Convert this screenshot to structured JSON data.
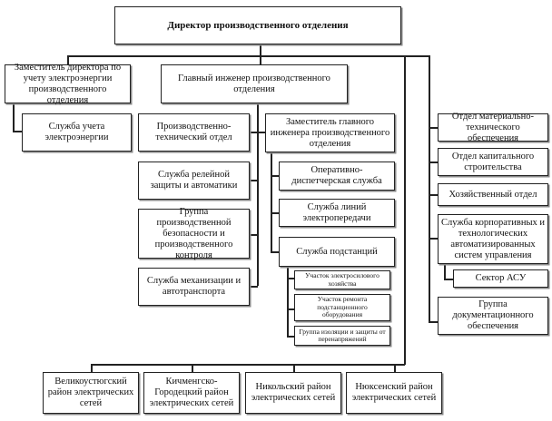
{
  "title": "Директор производственного отделения",
  "deputy_metering": {
    "label": "Заместитель директора по учету электроэнергии производственного отделения",
    "children": [
      "Служба учета электроэнергии"
    ]
  },
  "chief_engineer": {
    "label": "Главный инженер производственного отделения",
    "left_units": [
      "Производственно-технический отдел",
      "Служба релейной защиты и автоматики",
      "Группа производственной безопасности и производственного контроля",
      "Служба механизации и автотранспорта"
    ],
    "deputy_chief": {
      "label": "Заместитель главного инженера производственного отделения",
      "units": [
        "Оперативно-диспетчерская служба",
        "Служба линий электропередачи",
        "Служба подстанций"
      ],
      "substation_subunits": [
        "Участок электросилового хозяйства",
        "Участок ремонта подстанционного оборудования",
        "Группа изоляции и защиты от перенапряжений"
      ]
    }
  },
  "right_units": [
    "Отдел материально-технического обеспечения",
    "Отдел капитального строительства",
    "Хозяйственный отдел",
    "Служба корпоративных и технологических автоматизированных систем управления",
    "Сектор АСУ",
    "Группа документационного обеспечения"
  ],
  "districts": [
    "Великоустюгский район электрических сетей",
    "Кичменгско-Городецкий район электрических сетей",
    "Никольский район электрических сетей",
    "Нюксенский район электрических сетей"
  ]
}
